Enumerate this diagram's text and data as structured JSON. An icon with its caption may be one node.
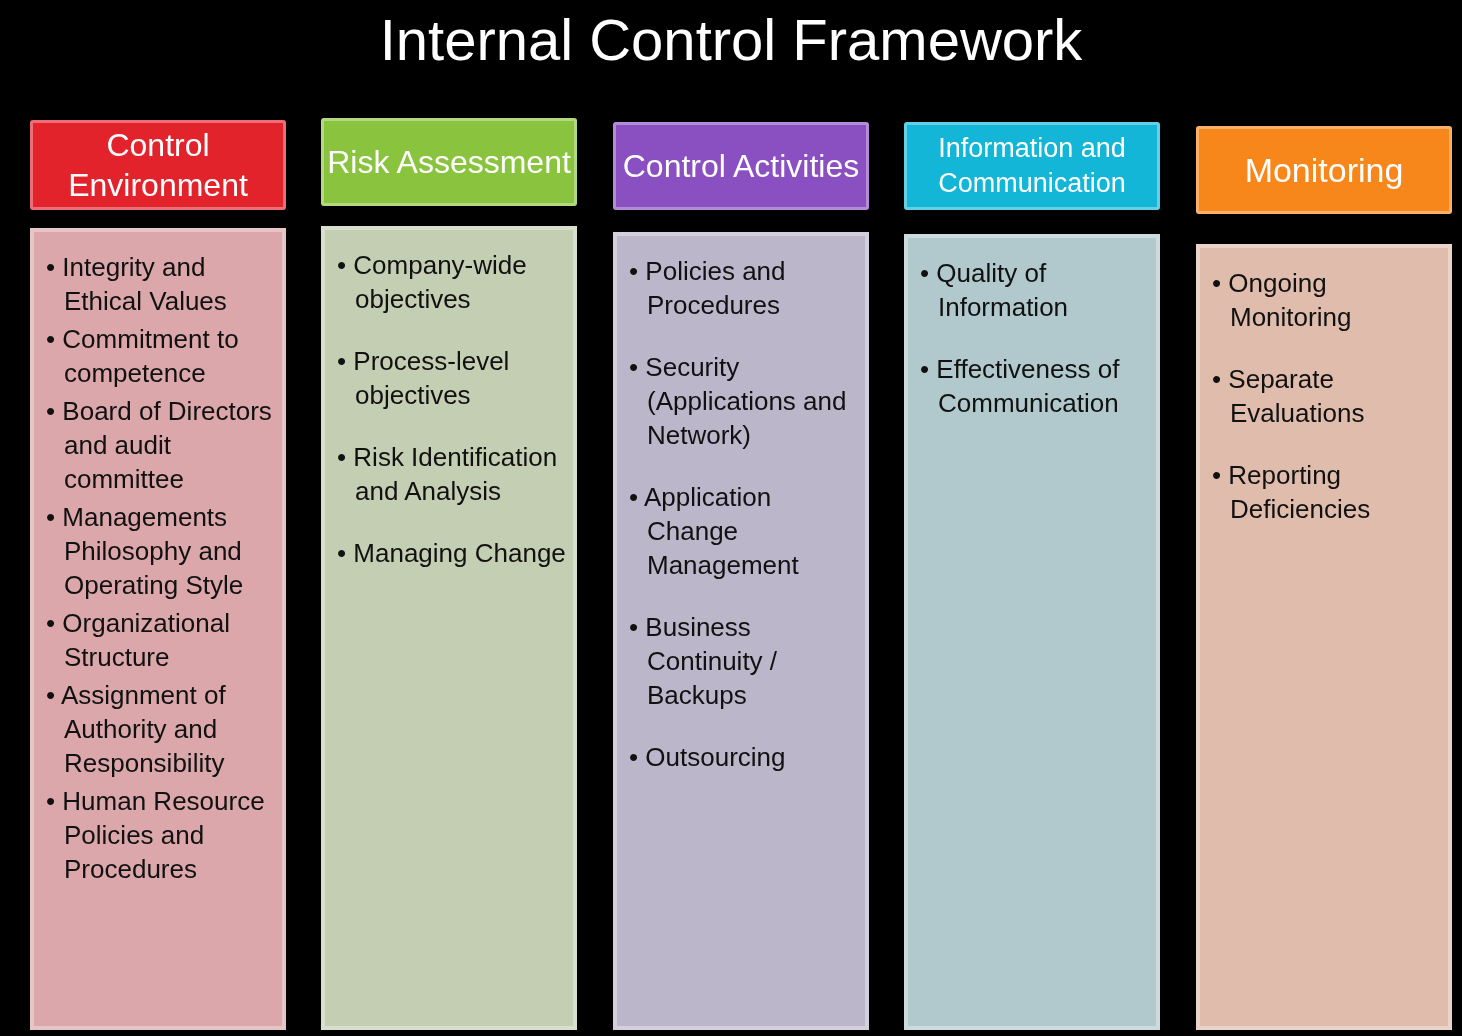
{
  "diagram": {
    "title": "Internal Control Framework",
    "nodes": [
      {
        "text": [
          "Control Environment"
        ]
      },
      {
        "text": [
          "Risk Assessment"
        ]
      },
      {
        "text": [
          "Control Activities"
        ]
      },
      {
        "text": [
          "Information and Communication"
        ]
      },
      {
        "text": [
          "Monitoring"
        ]
      },
      {
        "text": [
          "• Integrity and Ethical Values",
          "• Commitment to competence",
          "• Board of Directors and audit committee",
          "• Managements Philosophy and Operating Style",
          "• Organizational Structure",
          "• Assignment of Authority and Responsibility",
          "• Human Resource Policies and Procedures"
        ]
      },
      {
        "text": [
          "• Company-wide objectives",
          "• Process-level objectives",
          "• Risk Identification and Analysis",
          "• Managing Change"
        ]
      },
      {
        "text": [
          "• Policies and Procedures",
          "• Security (Applications and Network)",
          "• Application Change Management",
          "• Business Continuity / Backups",
          "• Outsourcing"
        ]
      },
      {
        "text": [
          "• Quality of Information",
          "• Effectiveness of Communication"
        ]
      },
      {
        "text": [
          "• Ongoing Monitoring",
          "• Separate Evaluations",
          "• Reporting Deficiencies"
        ]
      }
    ],
    "edges": []
  }
}
